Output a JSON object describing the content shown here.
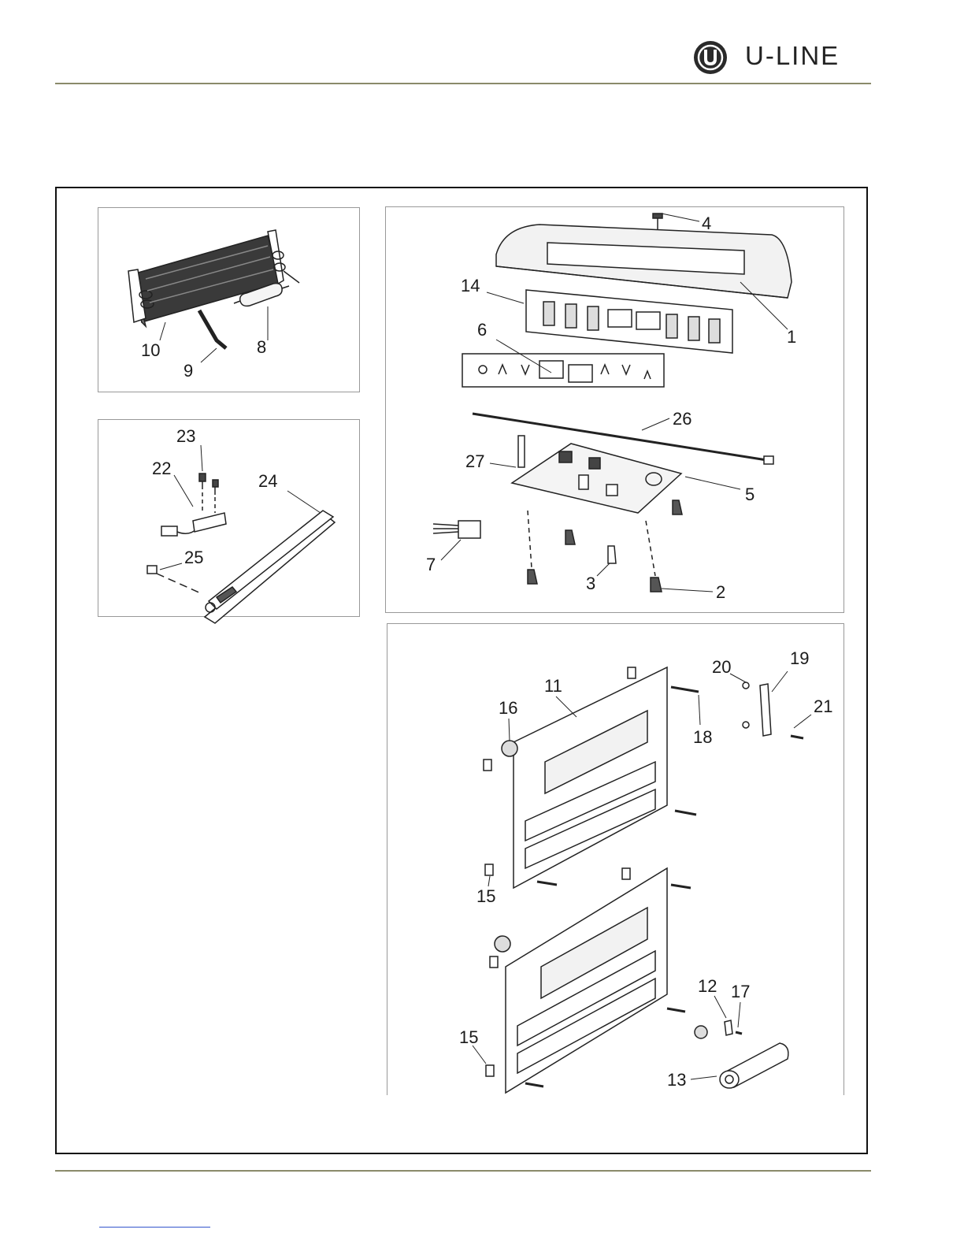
{
  "brand": {
    "name": "U-LINE",
    "logo_icon": "u-line-logo-icon",
    "color": "#222222"
  },
  "rule_color": "#8a8a6a",
  "callouts": {
    "c1": "1",
    "c2": "2",
    "c3": "3",
    "c4": "4",
    "c5": "5",
    "c6": "6",
    "c7": "7",
    "c8": "8",
    "c9": "9",
    "c10": "10",
    "c11": "11",
    "c12": "12",
    "c13": "13",
    "c14": "14",
    "c15a": "15",
    "c15b": "15",
    "c16": "16",
    "c17": "17",
    "c18": "18",
    "c19": "19",
    "c20": "20",
    "c21": "21",
    "c22": "22",
    "c23": "23",
    "c24": "24",
    "c25": "25",
    "c26": "26",
    "c27": "27"
  }
}
